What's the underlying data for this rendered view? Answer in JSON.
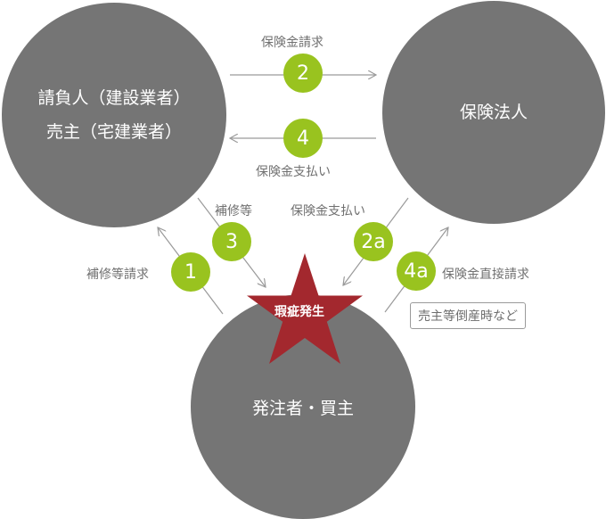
{
  "nodes": {
    "contractor_line1": "請負人（建設業者）",
    "contractor_line2": "売主（宅建業者）",
    "insurer": "保険法人",
    "buyer": "発注者・買主",
    "defect": "瑕疵発生"
  },
  "flows": {
    "f2": {
      "number": "2",
      "label": "保険金請求"
    },
    "f4": {
      "number": "4",
      "label": "保険金支払い"
    },
    "f3": {
      "number": "3",
      "label": "補修等"
    },
    "f1": {
      "number": "1",
      "label": "補修等請求"
    },
    "f2a": {
      "number": "2a",
      "label": "保険金支払い"
    },
    "f4a": {
      "number": "4a",
      "label": "保険金直接請求"
    }
  },
  "note": "売主等倒産時など",
  "colors": {
    "circle": "#757575",
    "badge": "#99c31f",
    "star": "#a3282e",
    "arrow": "#9a9a9a"
  }
}
